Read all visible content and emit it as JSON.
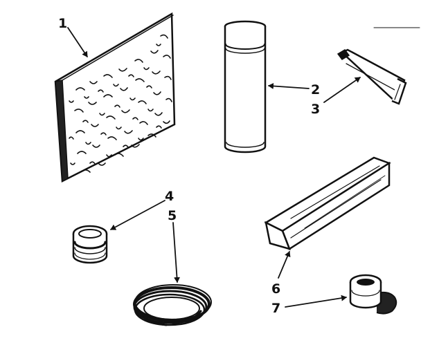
{
  "parts": [
    {
      "id": "filter-pad",
      "label": "1"
    },
    {
      "id": "spray-can",
      "label": "2"
    },
    {
      "id": "tube",
      "label": "3"
    },
    {
      "id": "small-can",
      "label": "4"
    },
    {
      "id": "coiled-tubing",
      "label": "5"
    },
    {
      "id": "foam-strip",
      "label": "6"
    },
    {
      "id": "tape-roll",
      "label": "7"
    }
  ],
  "colors": {
    "ink": "#111111",
    "paper": "#ffffff"
  }
}
